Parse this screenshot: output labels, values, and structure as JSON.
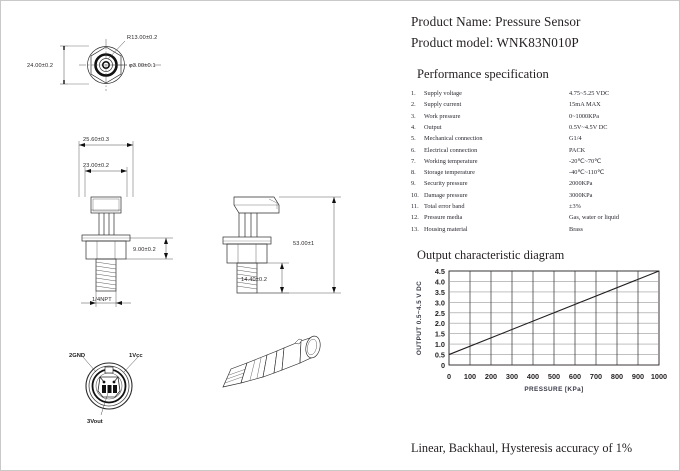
{
  "product": {
    "name_label": "Product Name: Pressure Sensor",
    "model_label": "Product model: WNK83N010P"
  },
  "spec_section": {
    "title": "Performance specification",
    "rows": [
      {
        "num": "1.",
        "label": "Supply voltage",
        "value": "4.75~5.25  VDC"
      },
      {
        "num": "2.",
        "label": "Supply current",
        "value": "15mA  MAX"
      },
      {
        "num": "3.",
        "label": "Work pressure",
        "value": "0~1000KPa"
      },
      {
        "num": "4.",
        "label": "Output",
        "value": "0.5V~4.5V  DC"
      },
      {
        "num": "5.",
        "label": "Mechanical connection",
        "value": "G1/4"
      },
      {
        "num": "6.",
        "label": "Electrical connection",
        "value": "PACK"
      },
      {
        "num": "7.",
        "label": "Working temperature",
        "value": "-20℃~70℃"
      },
      {
        "num": "8.",
        "label": "Storage temperature",
        "value": "-40℃~110℃"
      },
      {
        "num": "9.",
        "label": "Security pressure",
        "value": "2000KPa"
      },
      {
        "num": "10.",
        "label": "Damage pressure",
        "value": "3000KPa"
      },
      {
        "num": "11.",
        "label": "Total error band",
        "value": "±3%"
      },
      {
        "num": "12.",
        "label": "Pressure media",
        "value": "Gas, water or liquid"
      },
      {
        "num": "13.",
        "label": "Housing material",
        "value": "Brass"
      }
    ]
  },
  "chart_section": {
    "title": "Output characteristic diagram"
  },
  "chart_data": {
    "type": "line",
    "title": "Output characteristic diagram",
    "xlabel": "PRESSURE   [KPa]",
    "ylabel": "OUTPUT 0.5~4.5 V DC",
    "x": [
      0,
      1000
    ],
    "y": [
      0.5,
      4.5
    ],
    "series": [
      {
        "name": "Output",
        "points": [
          [
            0,
            0.5
          ],
          [
            1000,
            4.5
          ]
        ]
      }
    ],
    "xlim": [
      0,
      1000
    ],
    "ylim": [
      0,
      4.5
    ],
    "xticks": [
      "0",
      "100",
      "200",
      "300",
      "400",
      "500",
      "600",
      "700",
      "800",
      "900",
      "1000"
    ],
    "yticks": [
      "0",
      "0.5",
      "1.0",
      "1.5",
      "2.0",
      "2.5",
      "3.0",
      "3.5",
      "4.0",
      "4.5"
    ],
    "grid": true,
    "legend": "none"
  },
  "footer": {
    "note": "Linear, Backhaul, Hysteresis accuracy of 1%"
  },
  "drawings": {
    "top_view": {
      "dim_radius": "R13.00±0.2",
      "dim_hole": "φ3.00±0.1",
      "dim_width": "24.00±0.2"
    },
    "front_view": {
      "dim_top": "25.60±0.3",
      "dim_body": "23.00±0.2",
      "dim_hex": "9.00±0.2",
      "thread": "1/4NPT"
    },
    "side_view": {
      "dim_height": "53.00±1",
      "dim_thread": "14.40±0.2"
    },
    "connector_view": {
      "pin_gnd": "2GND",
      "pin_vcc": "1Vcc",
      "pin_vout": "3Vout"
    }
  }
}
